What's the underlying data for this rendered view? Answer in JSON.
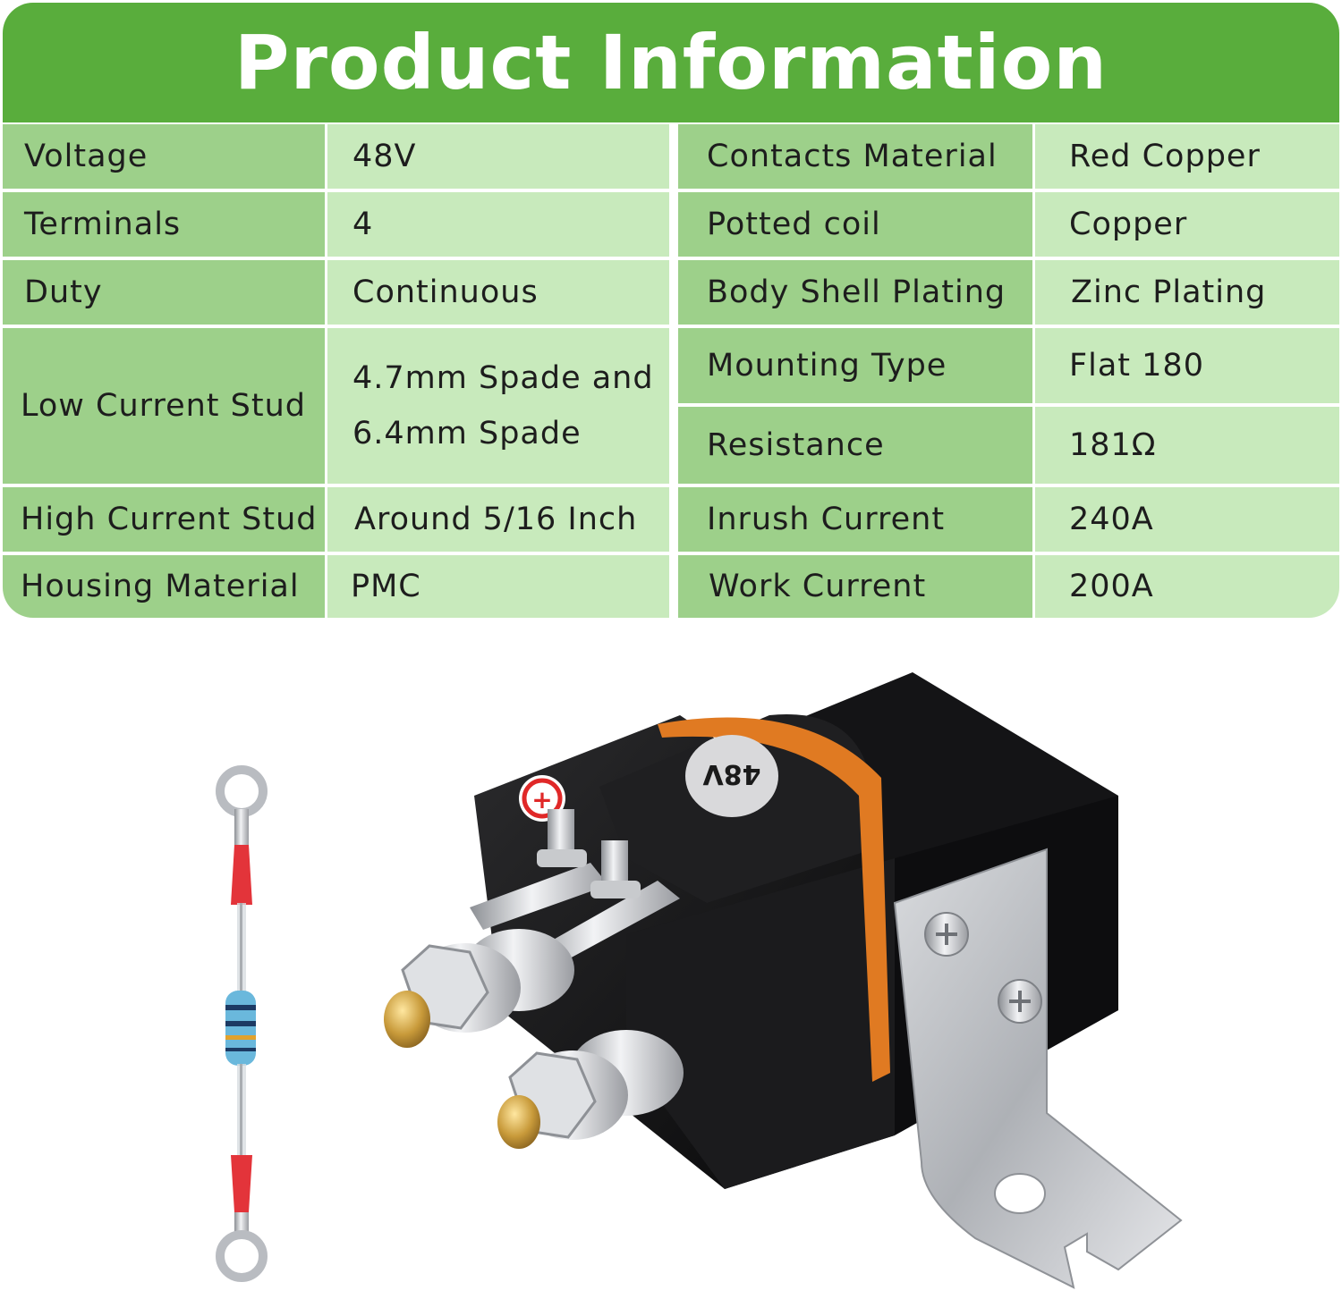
{
  "header": {
    "title": "Product Information"
  },
  "specs_left": [
    {
      "label": "Voltage",
      "value": "48V"
    },
    {
      "label": "Terminals",
      "value": "4"
    },
    {
      "label": "Duty",
      "value": "Continuous"
    },
    {
      "label": "Low Current Stud",
      "value": "4.7mm Spade and\n6.4mm Spade"
    },
    {
      "label": "High Current Stud",
      "value": "Around 5/16 Inch"
    },
    {
      "label": "Housing Material",
      "value": "PMC"
    }
  ],
  "specs_right": [
    {
      "label": "Contacts Material",
      "value": "Red Copper"
    },
    {
      "label": "Potted coil",
      "value": "Copper"
    },
    {
      "label": "Body Shell Plating",
      "value": "Zinc Plating"
    },
    {
      "label": "Mounting Type",
      "value": "Flat 180"
    },
    {
      "label": "Resistance",
      "value": "181Ω"
    },
    {
      "label": "Inrush Current",
      "value": "240A"
    },
    {
      "label": "Work Current",
      "value": "200A"
    }
  ],
  "product": {
    "voltage_label": "48V",
    "terminal_mark": "+",
    "icons": [
      "resistor-icon",
      "solenoid-relay-icon"
    ]
  },
  "colors": {
    "banner": "#59ad3c",
    "label_cell": "#9dd08a",
    "value_cell": "#c8eabc"
  }
}
